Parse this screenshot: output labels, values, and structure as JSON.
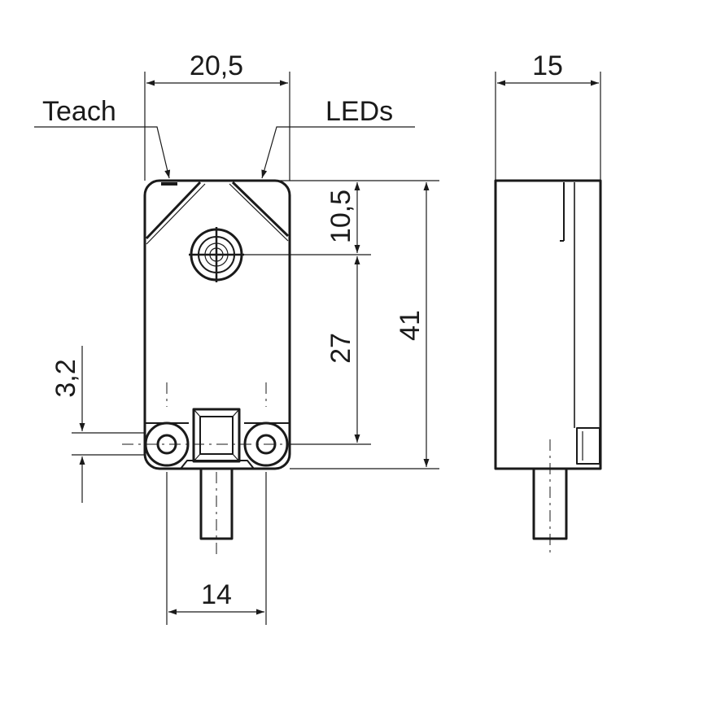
{
  "labels": {
    "teach": "Teach",
    "leds": "LEDs"
  },
  "dimensions": {
    "width_front": "20,5",
    "depth_side": "15",
    "teach_to_center": "10,5",
    "center_to_holes": "27",
    "total_height": "41",
    "hole_offset": "3,2",
    "hole_spacing": "14"
  }
}
